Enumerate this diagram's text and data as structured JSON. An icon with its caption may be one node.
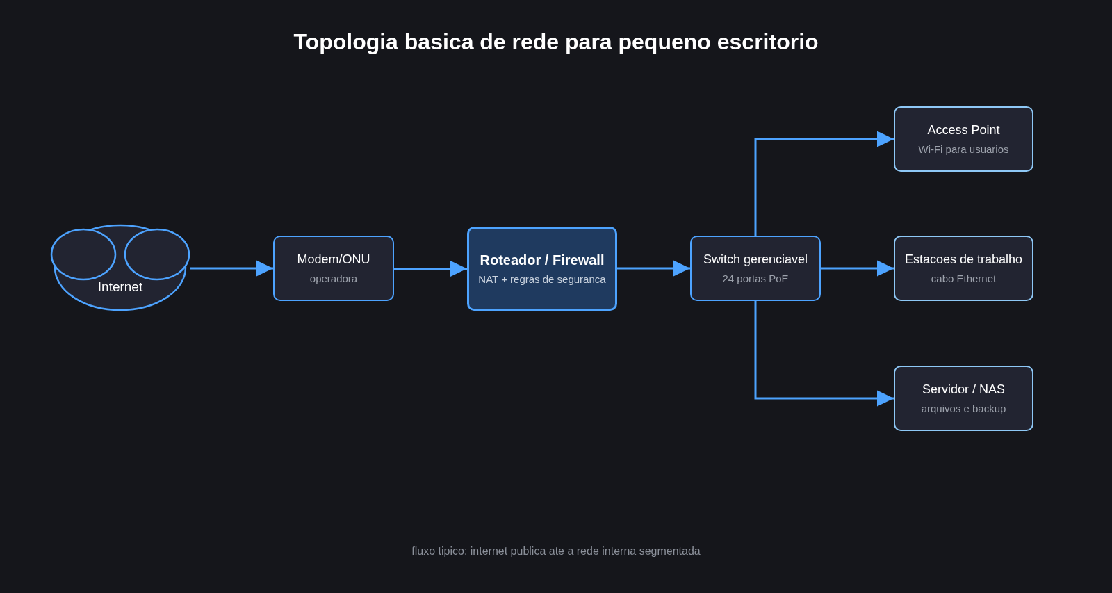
{
  "diagram": {
    "title": "Topologia basica de rede para pequeno escritorio",
    "caption": "fluxo tipico: internet publica ate a rede interna segmentada",
    "nodes": [
      {
        "text": [
          "Internet"
        ]
      },
      {
        "text": [
          "Modem/ONU",
          "operadora"
        ]
      },
      {
        "text": [
          "Roteador / Firewall",
          "NAT + regras de seguranca"
        ]
      },
      {
        "text": [
          "Switch gerenciavel",
          "24 portas PoE"
        ]
      },
      {
        "text": [
          "Access Point",
          "Wi-Fi para usuarios"
        ]
      },
      {
        "text": [
          "Estacoes de trabalho",
          "cabo Ethernet"
        ]
      },
      {
        "text": [
          "Servidor / NAS",
          "arquivos e backup"
        ]
      }
    ],
    "edges": [
      {
        "from": 0,
        "to": 1,
        "arrow": "to"
      },
      {
        "from": 1,
        "to": 2,
        "arrow": "to"
      },
      {
        "from": 2,
        "to": 3,
        "arrow": "to"
      },
      {
        "from": 3,
        "to": 4,
        "arrow": "to"
      },
      {
        "from": 3,
        "to": 5,
        "arrow": "to"
      },
      {
        "from": 3,
        "to": 6,
        "arrow": "to"
      }
    ]
  }
}
